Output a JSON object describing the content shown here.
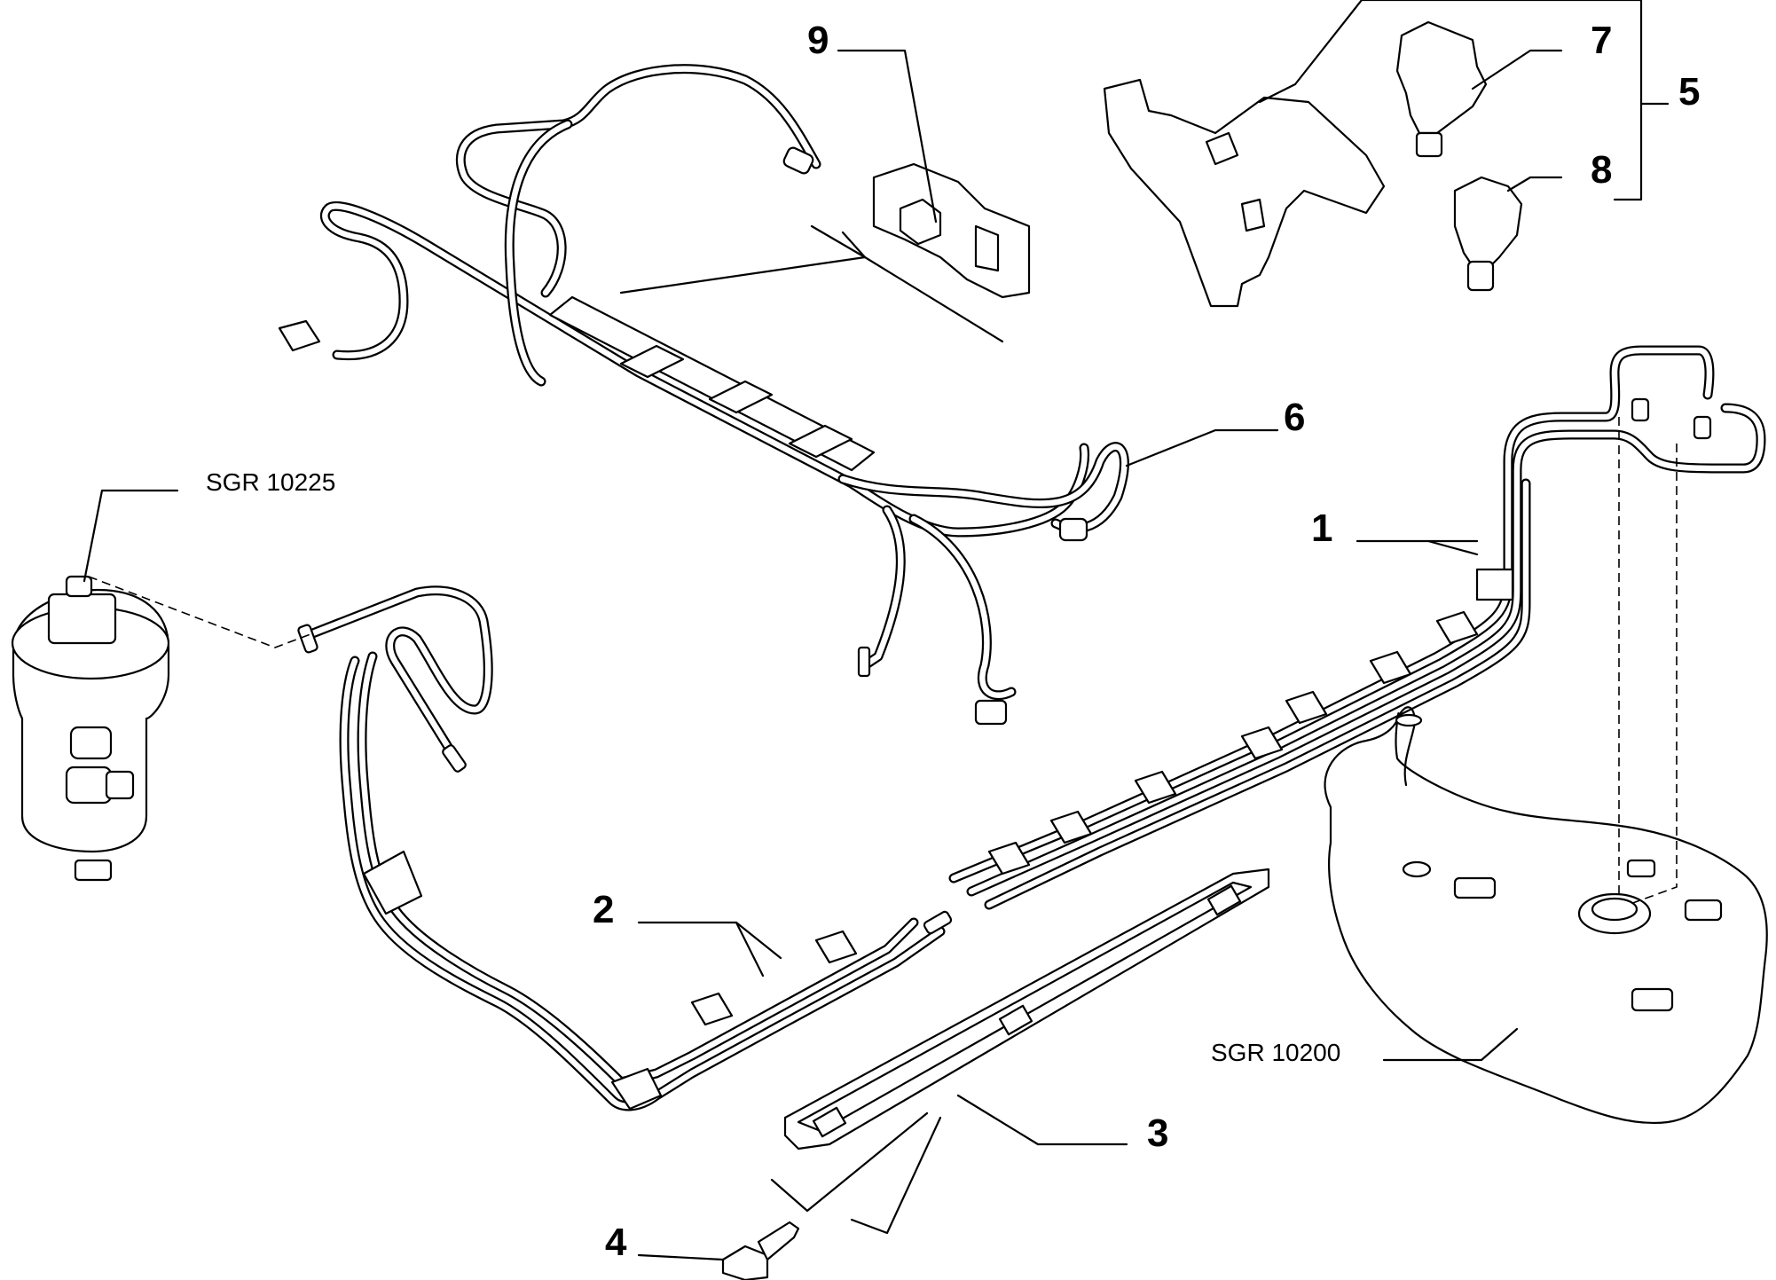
{
  "callouts": {
    "c1": "1",
    "c2": "2",
    "c3": "3",
    "c4": "4",
    "c5": "5",
    "c6": "6",
    "c7": "7",
    "c8": "8",
    "c9": "9"
  },
  "references": {
    "filter": "SGR 10225",
    "tank": "SGR 10200"
  }
}
